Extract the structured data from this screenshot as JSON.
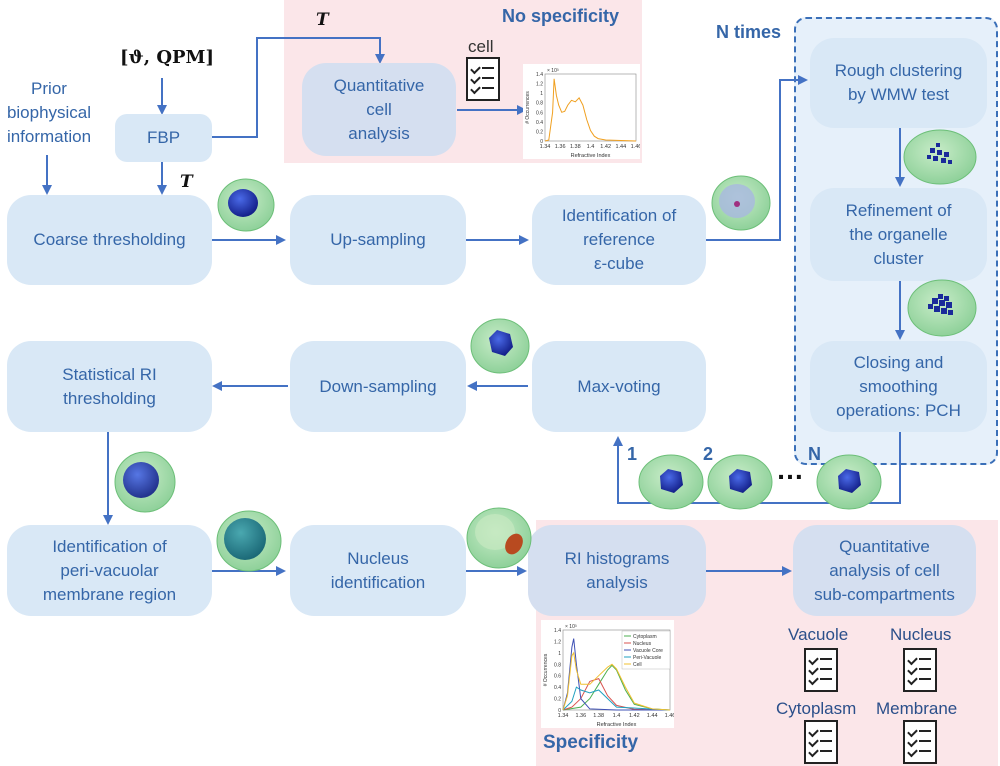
{
  "top_section": {
    "title": "No specificity",
    "cell_label": "cell"
  },
  "bottom_section": {
    "title": "Specificity"
  },
  "n_times": {
    "title": "N times"
  },
  "inputs": {
    "theta_qpm": "[ϑ, QPM]",
    "t_top": "T",
    "t_mid": "T",
    "prior": "Prior\nbiophysical\ninformation"
  },
  "boxes": {
    "fbp": "FBP",
    "quantitative_cell": "Quantitative\ncell\nanalysis",
    "coarse": "Coarse thresholding",
    "upsampling": "Up-sampling",
    "identification": "Identification of\nreference\nε-cube",
    "rough": "Rough clustering\nby WMW test",
    "refinement": "Refinement of\nthe organelle\ncluster",
    "closing": "Closing and\nsmoothing\noperations: PCH",
    "statistical": "Statistical RI\nthresholding",
    "downsampling": "Down-sampling",
    "maxvoting": "Max-voting",
    "perivacuolar": "Identification of\nperi-vacuolar\nmembrane region",
    "nucleus_id": "Nucleus\nidentification",
    "histograms": "RI histograms\nanalysis",
    "quant_sub": "Quantitative\nanalysis of cell\nsub-compartments"
  },
  "iterations": {
    "n1": "1",
    "n2": "2",
    "dots": "…",
    "nN": "N"
  },
  "compartments": [
    "Vacuole",
    "Nucleus",
    "Cytoplasm",
    "Membrane"
  ],
  "chart_data": [
    {
      "type": "line",
      "title": "",
      "xlabel": "Refractive Index",
      "ylabel": "# Occurrences",
      "y_multiplier": "× 10³",
      "xticks": [
        "1.34",
        "1.36",
        "1.38",
        "1.4",
        "1.42",
        "1.44",
        "1.46"
      ],
      "yticks": [
        "0",
        "0.2",
        "0.4",
        "0.6",
        "0.8",
        "1",
        "1.2",
        "1.4"
      ],
      "xlim": [
        1.34,
        1.46
      ],
      "ylim": [
        0,
        1.4
      ],
      "series": [
        {
          "name": "",
          "color": "#f0a020",
          "x": [
            1.34,
            1.345,
            1.35,
            1.352,
            1.355,
            1.358,
            1.362,
            1.366,
            1.37,
            1.375,
            1.38,
            1.385,
            1.39,
            1.395,
            1.4,
            1.405,
            1.41,
            1.42,
            1.44,
            1.46
          ],
          "y": [
            0,
            0.02,
            0.6,
            1.3,
            0.95,
            0.75,
            0.6,
            0.62,
            0.75,
            0.85,
            0.82,
            0.9,
            0.75,
            0.45,
            0.22,
            0.1,
            0.05,
            0.02,
            0.01,
            0
          ]
        }
      ]
    },
    {
      "type": "line",
      "title": "",
      "xlabel": "Refractive Index",
      "ylabel": "# Occurrences",
      "y_multiplier": "× 10³",
      "xticks": [
        "1.34",
        "1.36",
        "1.38",
        "1.4",
        "1.42",
        "1.44",
        "1.46"
      ],
      "yticks": [
        "0",
        "0.2",
        "0.4",
        "0.6",
        "0.8",
        "1",
        "1.2",
        "1.4"
      ],
      "xlim": [
        1.34,
        1.46
      ],
      "ylim": [
        0,
        1.4
      ],
      "series": [
        {
          "name": "Cytoplasm",
          "color": "#4caf50",
          "x": [
            1.34,
            1.36,
            1.37,
            1.38,
            1.39,
            1.395,
            1.4,
            1.41,
            1.42,
            1.44,
            1.46
          ],
          "y": [
            0,
            0.05,
            0.2,
            0.45,
            0.7,
            0.78,
            0.7,
            0.35,
            0.1,
            0.02,
            0
          ]
        },
        {
          "name": "Nucleus",
          "color": "#d9534f",
          "x": [
            1.34,
            1.35,
            1.36,
            1.37,
            1.38,
            1.39,
            1.4,
            1.42,
            1.46
          ],
          "y": [
            0,
            0.05,
            0.2,
            0.5,
            0.55,
            0.25,
            0.08,
            0.01,
            0
          ]
        },
        {
          "name": "Vacuole Core",
          "color": "#3f51b5",
          "x": [
            1.34,
            1.345,
            1.35,
            1.352,
            1.355,
            1.36,
            1.37,
            1.4,
            1.46
          ],
          "y": [
            0,
            0.3,
            1.1,
            1.25,
            0.8,
            0.2,
            0.02,
            0,
            0
          ]
        },
        {
          "name": "Peri-Vacuole",
          "color": "#20a0c0",
          "x": [
            1.34,
            1.35,
            1.355,
            1.36,
            1.37,
            1.38,
            1.39,
            1.4,
            1.46
          ],
          "y": [
            0,
            0.15,
            0.4,
            0.35,
            0.3,
            0.35,
            0.2,
            0.05,
            0
          ]
        },
        {
          "name": "Cell",
          "color": "#f0c030",
          "x": [
            1.34,
            1.345,
            1.35,
            1.352,
            1.355,
            1.36,
            1.37,
            1.38,
            1.39,
            1.395,
            1.4,
            1.41,
            1.42,
            1.44,
            1.46
          ],
          "y": [
            0,
            0.25,
            0.95,
            1.0,
            0.7,
            0.45,
            0.45,
            0.6,
            0.75,
            0.8,
            0.72,
            0.4,
            0.12,
            0.02,
            0
          ]
        }
      ]
    }
  ]
}
